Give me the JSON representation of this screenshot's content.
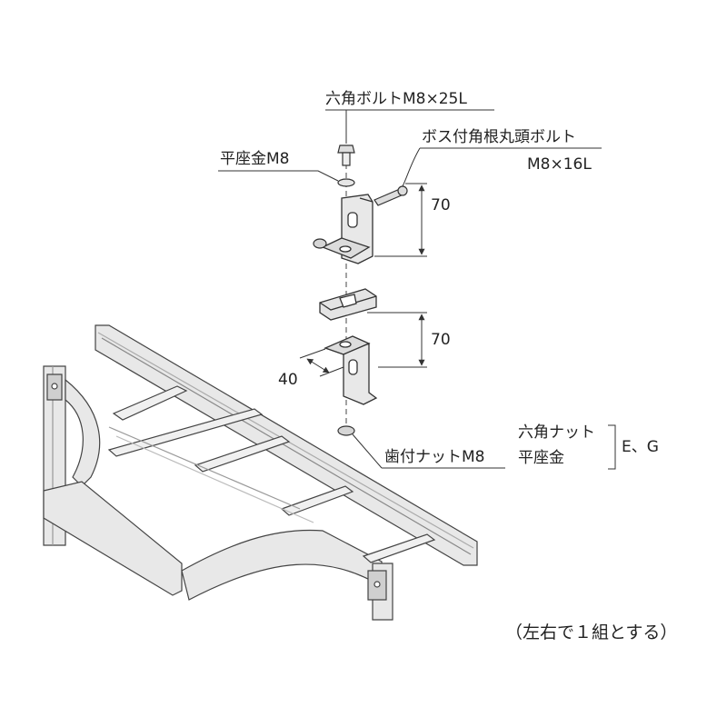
{
  "labels": {
    "hex_bolt": "六角ボルトM8×25L",
    "boss_bolt": "ボス付角根丸頭ボルト",
    "boss_bolt_size": "M8×16L",
    "flat_washer": "平座金M8",
    "toothed_nut": "歯付ナットM8",
    "hex_nut": "六角ナット",
    "flat_washer2": "平座金",
    "types": "E、G",
    "dim_top": "70",
    "dim_mid": "70",
    "dim_width": "40",
    "note": "（左右で１組とする）"
  },
  "colors": {
    "line": "#333333",
    "tray_fill": "#e6e6e6",
    "tray_dark": "#bdbdbd"
  }
}
